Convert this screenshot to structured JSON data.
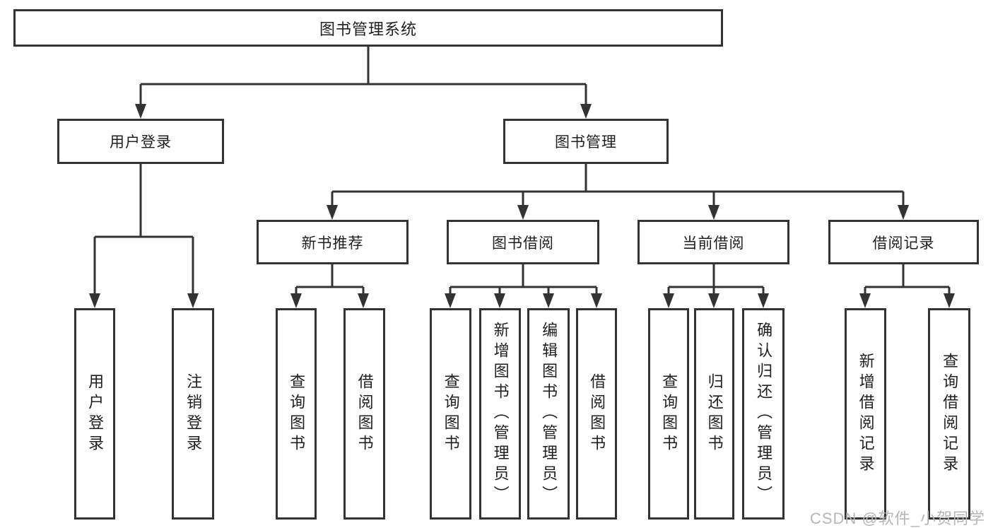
{
  "diagram": {
    "root": {
      "label": "图书管理系统"
    },
    "level2": [
      {
        "label": "用户登录"
      },
      {
        "label": "图书管理"
      }
    ],
    "level3": [
      {
        "label": "新书推荐"
      },
      {
        "label": "图书借阅"
      },
      {
        "label": "当前借阅"
      },
      {
        "label": "借阅记录"
      }
    ],
    "leaves": [
      {
        "label": "用户登录"
      },
      {
        "label": "注销登录"
      },
      {
        "label": "查询图书"
      },
      {
        "label": "借阅图书"
      },
      {
        "label": "查询图书"
      },
      {
        "label": "新增图书（管理员）"
      },
      {
        "label": "编辑图书（管理员）"
      },
      {
        "label": "借阅图书"
      },
      {
        "label": "查询图书"
      },
      {
        "label": "归还图书"
      },
      {
        "label": "确认归还（管理员）"
      },
      {
        "label": "新增借阅记录"
      },
      {
        "label": "查询借阅记录"
      }
    ]
  },
  "watermark": {
    "text": "CSDN @软件_小贺同学"
  },
  "colors": {
    "line": "#333333",
    "text": "#1f1f1f",
    "background": "#ffffff",
    "watermark": "#b6b6b6"
  }
}
